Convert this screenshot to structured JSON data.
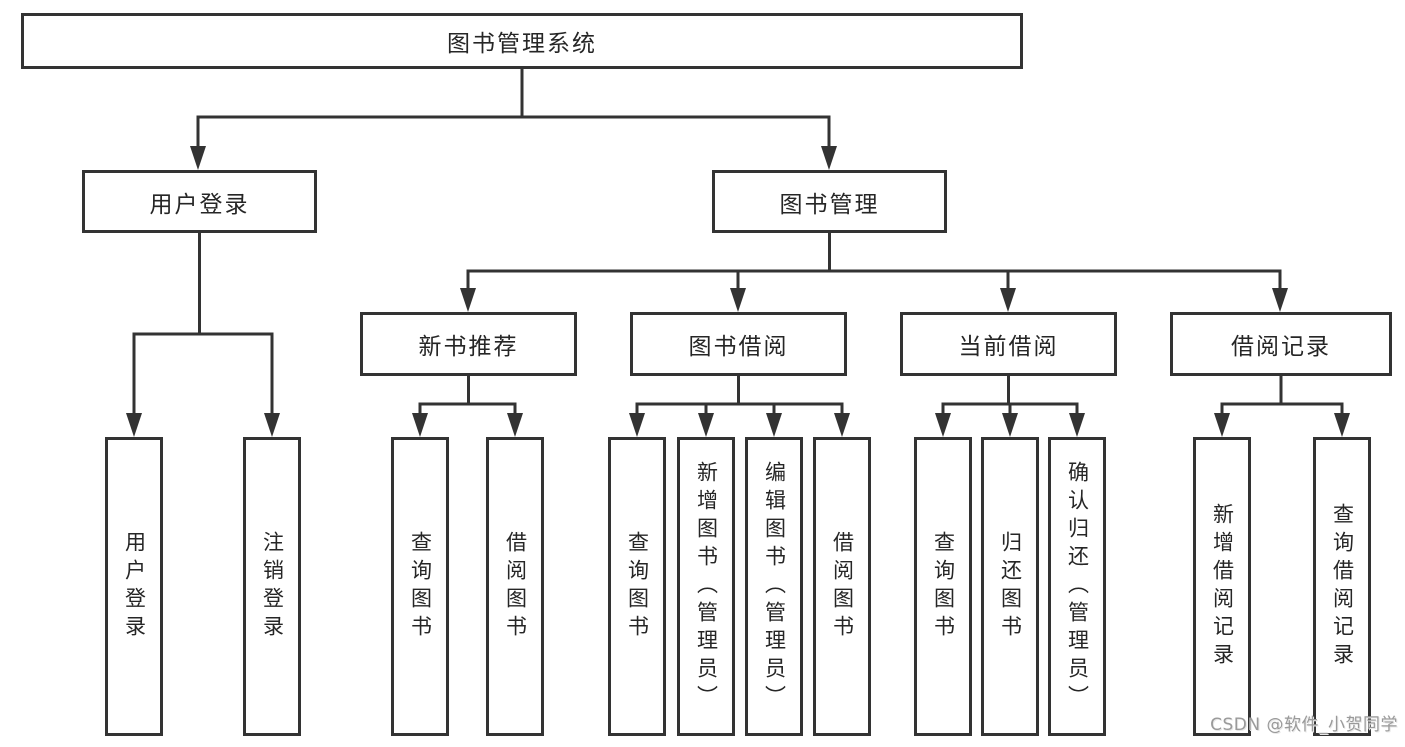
{
  "colors": {
    "line": "#333333",
    "box_border": "#333333",
    "text": "#262626",
    "watermark": "#9a9a9a",
    "background": "#ffffff"
  },
  "watermark": "CSDN @软件_小贺同学",
  "tree": {
    "root": {
      "label": "图书管理系统",
      "children": [
        {
          "label": "用户登录",
          "children": [
            {
              "label": "用户登录"
            },
            {
              "label": "注销登录"
            }
          ]
        },
        {
          "label": "图书管理",
          "children": [
            {
              "label": "新书推荐",
              "children": [
                {
                  "label": "查询图书"
                },
                {
                  "label": "借阅图书"
                }
              ]
            },
            {
              "label": "图书借阅",
              "children": [
                {
                  "label": "查询图书"
                },
                {
                  "label": "新增图书（管理员）"
                },
                {
                  "label": "编辑图书（管理员）"
                },
                {
                  "label": "借阅图书"
                }
              ]
            },
            {
              "label": "当前借阅",
              "children": [
                {
                  "label": "查询图书"
                },
                {
                  "label": "归还图书"
                },
                {
                  "label": "确认归还（管理员）"
                }
              ]
            },
            {
              "label": "借阅记录",
              "children": [
                {
                  "label": "新增借阅记录"
                },
                {
                  "label": "查询借阅记录"
                }
              ]
            }
          ]
        }
      ]
    }
  }
}
